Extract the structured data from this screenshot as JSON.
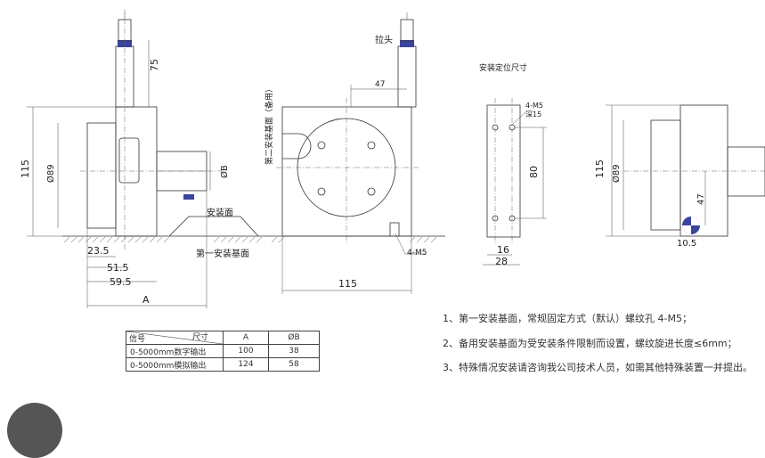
{
  "labels": {
    "pull_head": "拉头",
    "mount_face": "安装面",
    "first_mount_base": "第一安装基面",
    "second_mount_base": "第二安装基面（备用）",
    "mount_position_size": "安装定位尺寸",
    "m5_left": "4-M5",
    "m5_right": "4-M5",
    "depth": "深15"
  },
  "dims": {
    "d75": "75",
    "d115_left": "115",
    "d89_left": "Ø89",
    "d23_5": "23.5",
    "d51_5": "51.5",
    "d59_5": "59.5",
    "dA": "A",
    "dB": "ØB",
    "d47_top": "47",
    "d115_bottom": "115",
    "d80": "80",
    "d16": "16",
    "d28": "28",
    "d115_right": "115",
    "d89_right": "Ø89",
    "d47_right": "47",
    "d10_5": "10.5"
  },
  "notes": [
    "1、第一安装基面，常规固定方式（默认）螺纹孔 4-M5；",
    "2、备用安装基面为受安装条件限制而设置，螺纹旋进长度≤6mm；",
    "3、特殊情况安装请咨询我公司技术人员，如需其他特殊装置一并提出。"
  ],
  "table": {
    "header_left": "信号",
    "header_right": "尺寸",
    "col_a": "A",
    "col_b": "ØB",
    "rows": [
      {
        "signal": "0-5000mm数字输出",
        "a": "100",
        "b": "38"
      },
      {
        "signal": "0-5000mm模拟输出",
        "a": "124",
        "b": "58"
      }
    ]
  }
}
